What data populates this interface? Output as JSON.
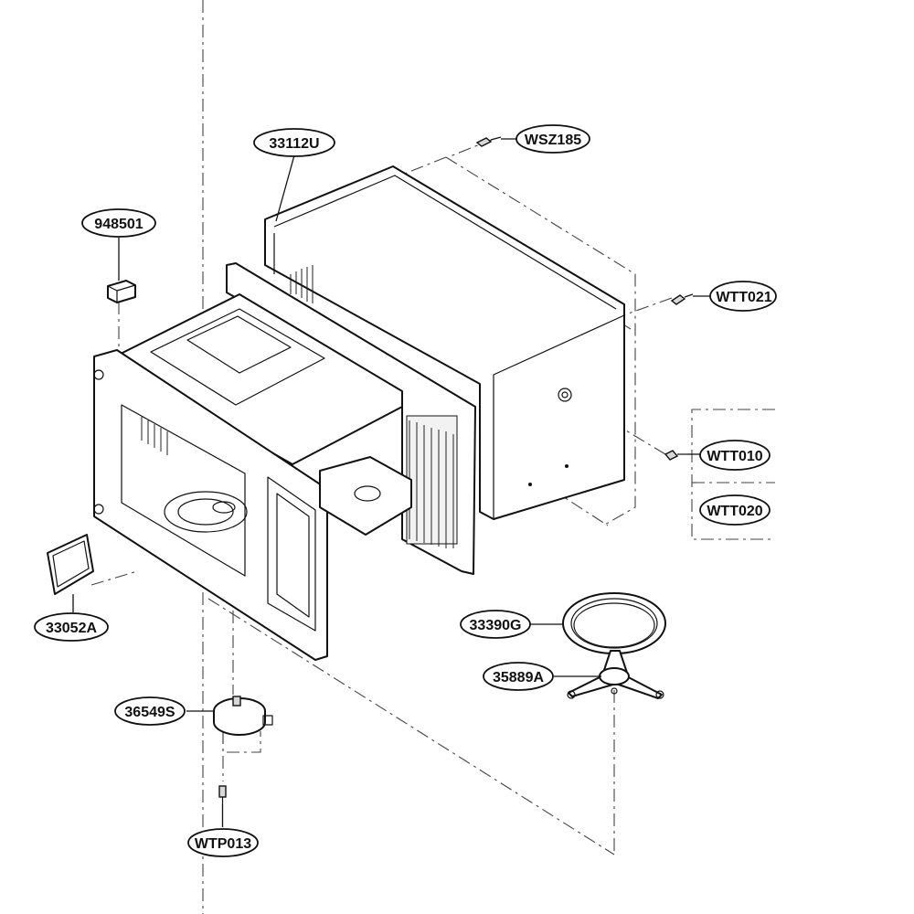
{
  "parts": [
    {
      "id": "33112U",
      "name": "outer-case"
    },
    {
      "id": "WSZ185",
      "name": "screw-top"
    },
    {
      "id": "948501",
      "name": "connector-block"
    },
    {
      "id": "WTT021",
      "name": "screw-right-upper"
    },
    {
      "id": "WTT010",
      "name": "screw-right-middle"
    },
    {
      "id": "WTT020",
      "name": "screw-right-lower"
    },
    {
      "id": "33052A",
      "name": "cover-plate"
    },
    {
      "id": "33390G",
      "name": "turntable-tray"
    },
    {
      "id": "35889A",
      "name": "roller-support"
    },
    {
      "id": "36549S",
      "name": "turntable-motor"
    },
    {
      "id": "WTP013",
      "name": "motor-screw"
    }
  ],
  "colors": {
    "line": "#111111",
    "dash": "#444444",
    "fill": "#ffffff",
    "shade": "#d8d8d8"
  }
}
